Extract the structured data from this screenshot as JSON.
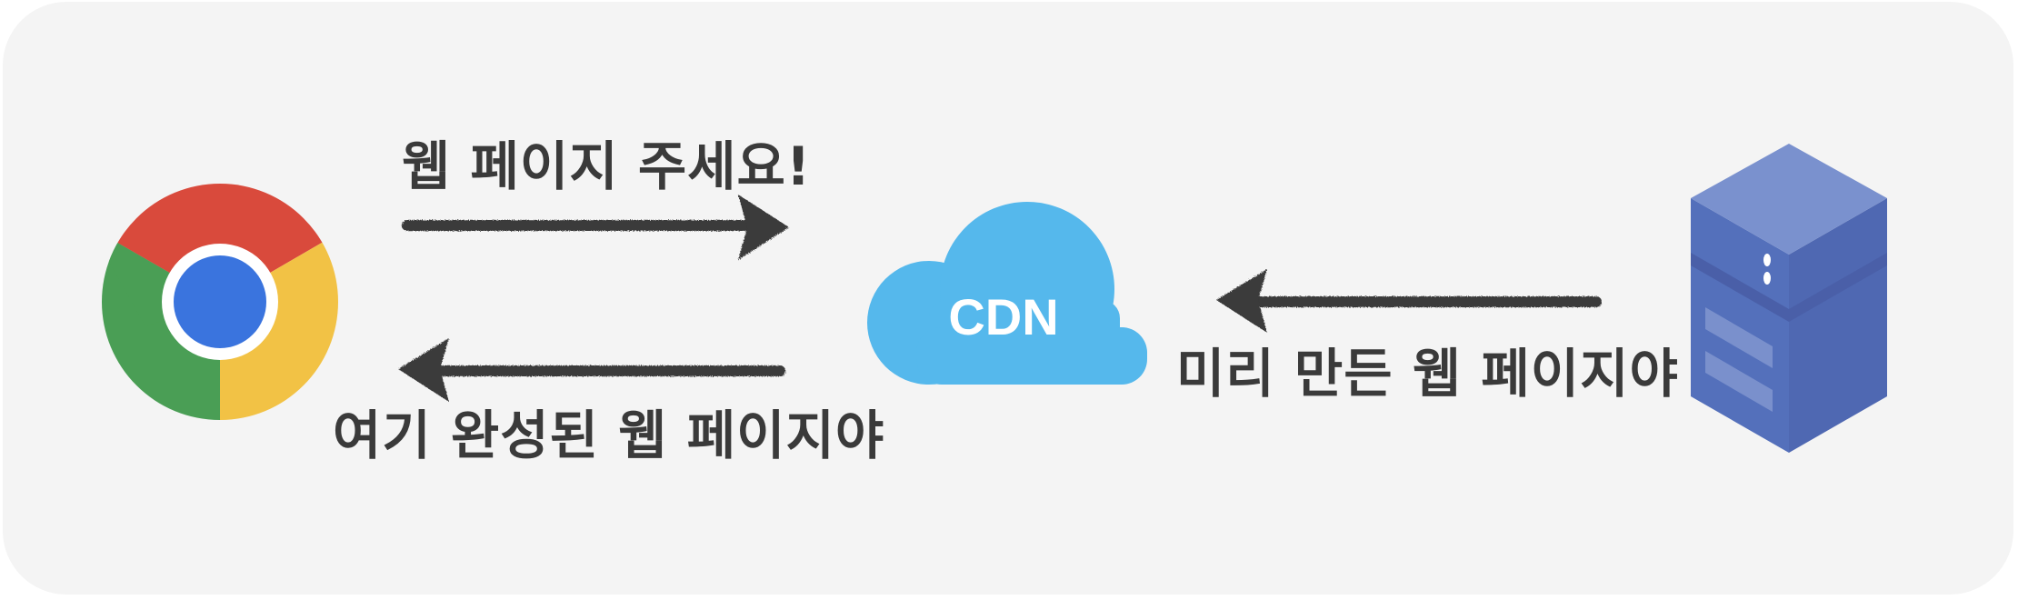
{
  "diagram": {
    "nodes": {
      "browser": {
        "icon": "chrome-browser-icon"
      },
      "cdn": {
        "label": "CDN",
        "icon": "cloud-icon",
        "color": "#55b8ec"
      },
      "server": {
        "icon": "server-icon",
        "color": "#5470bb"
      }
    },
    "edges": {
      "request": {
        "label": "웹 페이지 주세요!"
      },
      "response": {
        "label": "여기 완성된 웹 페이지야"
      },
      "origin_to_cdn": {
        "label": "미리 만든 웹 페이지야"
      }
    },
    "colors": {
      "background": "#f4f4f4",
      "text": "#3a3a3a",
      "arrow": "#3a3a3a"
    }
  }
}
